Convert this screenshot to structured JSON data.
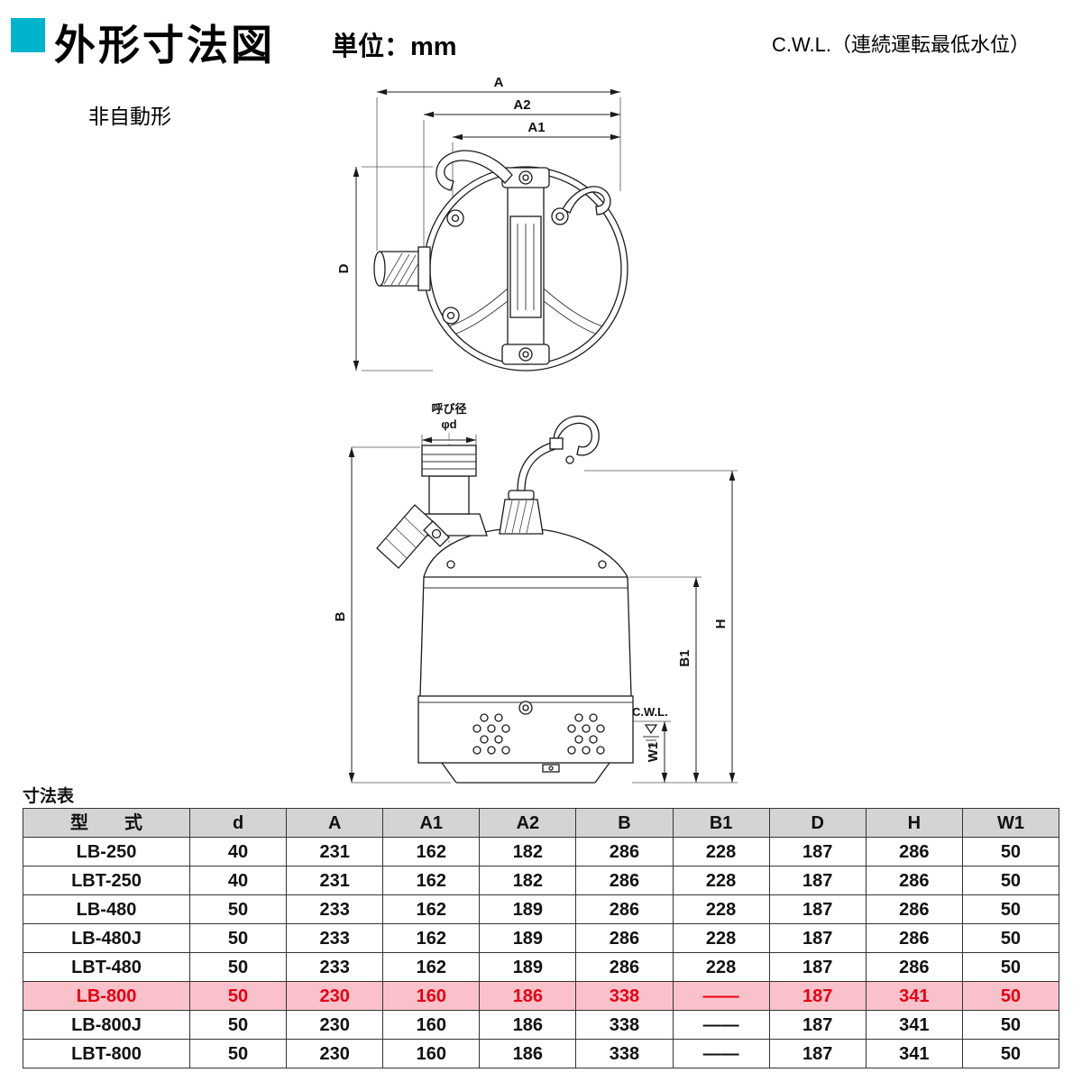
{
  "page": {
    "title": "外形寸法図",
    "unit_label": "単位：mm",
    "cwl_note": "C.W.L.（連続運転最低水位）",
    "model_type_label": "非自動形",
    "table_caption": "寸法表",
    "accent_color": "#00b3cc",
    "table_header_bg": "#d4d4d4",
    "highlight_bg": "#f9c2cb",
    "highlight_text": "#e60012"
  },
  "drawing_top": {
    "dim_A": "A",
    "dim_A2": "A2",
    "dim_A1": "A1",
    "dim_D": "D"
  },
  "drawing_side": {
    "nominal_label": "呼び径",
    "nominal_symbol": "φd",
    "dim_B": "B",
    "dim_H": "H",
    "dim_B1": "B1",
    "dim_W1": "W1",
    "cwl_label": "C.W.L."
  },
  "table": {
    "headers": [
      "型　　式",
      "d",
      "A",
      "A1",
      "A2",
      "B",
      "B1",
      "D",
      "H",
      "W1"
    ],
    "rows": [
      {
        "highlight": false,
        "cells": [
          "LB-250",
          "40",
          "231",
          "162",
          "182",
          "286",
          "228",
          "187",
          "286",
          "50"
        ]
      },
      {
        "highlight": false,
        "cells": [
          "LBT-250",
          "40",
          "231",
          "162",
          "182",
          "286",
          "228",
          "187",
          "286",
          "50"
        ]
      },
      {
        "highlight": false,
        "cells": [
          "LB-480",
          "50",
          "233",
          "162",
          "189",
          "286",
          "228",
          "187",
          "286",
          "50"
        ]
      },
      {
        "highlight": false,
        "cells": [
          "LB-480J",
          "50",
          "233",
          "162",
          "189",
          "286",
          "228",
          "187",
          "286",
          "50"
        ]
      },
      {
        "highlight": false,
        "cells": [
          "LBT-480",
          "50",
          "233",
          "162",
          "189",
          "286",
          "228",
          "187",
          "286",
          "50"
        ]
      },
      {
        "highlight": true,
        "cells": [
          "LB-800",
          "50",
          "230",
          "160",
          "186",
          "338",
          "——",
          "187",
          "341",
          "50"
        ]
      },
      {
        "highlight": false,
        "cells": [
          "LB-800J",
          "50",
          "230",
          "160",
          "186",
          "338",
          "——",
          "187",
          "341",
          "50"
        ]
      },
      {
        "highlight": false,
        "cells": [
          "LBT-800",
          "50",
          "230",
          "160",
          "186",
          "338",
          "——",
          "187",
          "341",
          "50"
        ]
      }
    ]
  }
}
